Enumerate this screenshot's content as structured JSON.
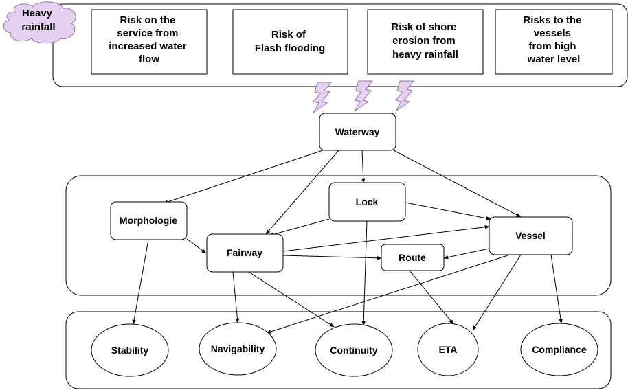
{
  "hazard": {
    "label_lines": [
      "Heavy",
      "rainfall"
    ],
    "fill": "#e6d0f0",
    "stroke": "#9673a6"
  },
  "risks": [
    {
      "lines": [
        "Risk on the",
        "service from",
        "increased water",
        "flow"
      ]
    },
    {
      "lines": [
        "Risk of",
        "Flash flooding"
      ]
    },
    {
      "lines": [
        "Risk of shore",
        "erosion from",
        "heavy rainfall"
      ]
    },
    {
      "lines": [
        "Risks to the",
        "vessels",
        "from high",
        "water level"
      ]
    }
  ],
  "nodes": {
    "waterway": "Waterway",
    "morphologie": "Morphologie",
    "lock": "Lock",
    "fairway": "Fairway",
    "route": "Route",
    "vessel": "Vessel"
  },
  "outcomes": {
    "stability": "Stability",
    "navigability": "Navigability",
    "continuity": "Continuity",
    "eta": "ETA",
    "compliance": "Compliance"
  },
  "edges": [
    [
      "waterway",
      "morphologie"
    ],
    [
      "waterway",
      "fairway"
    ],
    [
      "waterway",
      "lock"
    ],
    [
      "waterway",
      "vessel"
    ],
    [
      "morphologie",
      "fairway"
    ],
    [
      "morphologie",
      "stability"
    ],
    [
      "lock",
      "fairway"
    ],
    [
      "lock",
      "vessel"
    ],
    [
      "lock",
      "continuity"
    ],
    [
      "fairway",
      "vessel"
    ],
    [
      "fairway",
      "route"
    ],
    [
      "fairway",
      "navigability"
    ],
    [
      "fairway",
      "continuity"
    ],
    [
      "vessel",
      "route"
    ],
    [
      "vessel",
      "navigability"
    ],
    [
      "vessel",
      "eta"
    ],
    [
      "vessel",
      "compliance"
    ],
    [
      "route",
      "eta"
    ]
  ],
  "colors": {
    "lightning_fill": "#e6d0f0",
    "lightning_stroke": "#9673a6",
    "line": "#000000"
  }
}
